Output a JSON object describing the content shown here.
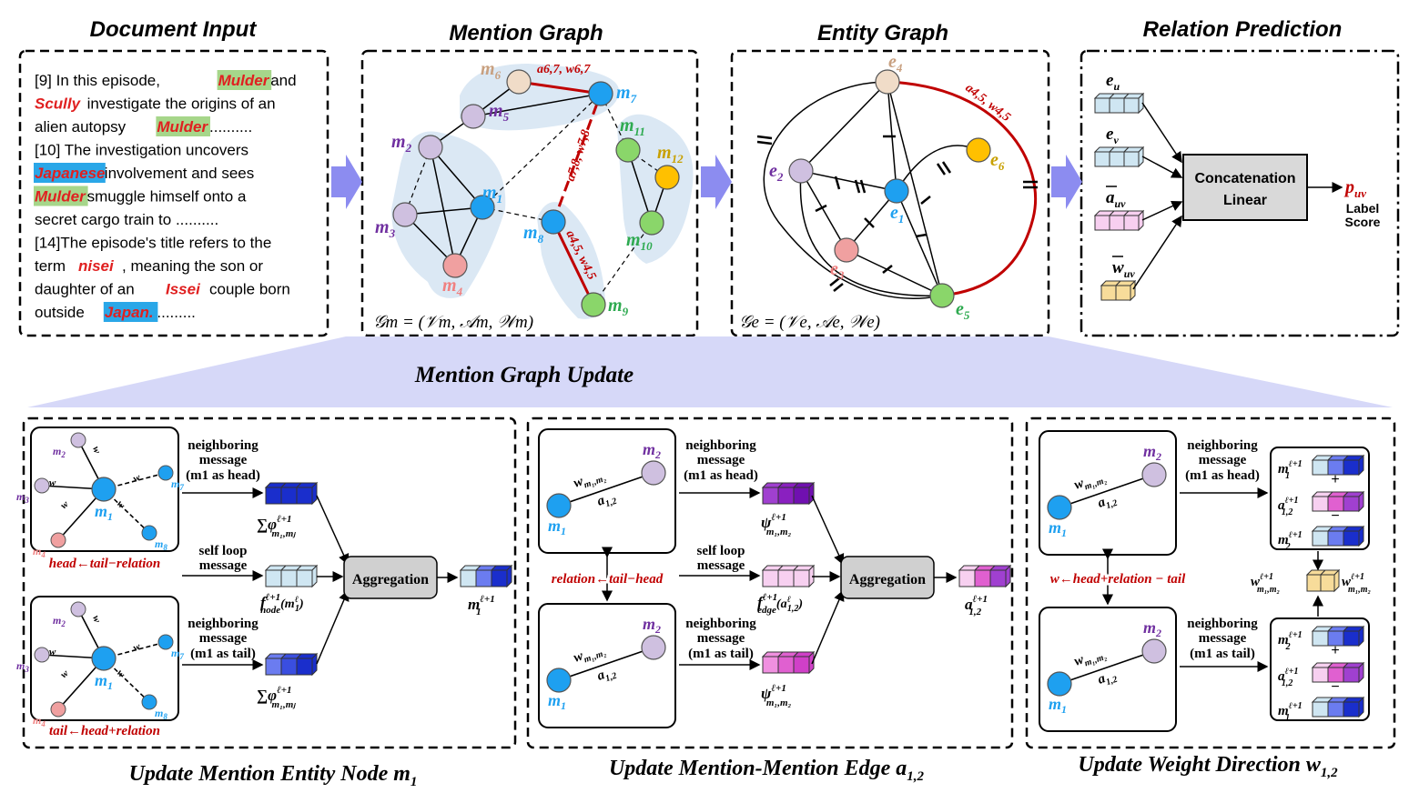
{
  "titles": {
    "doc": "Document Input",
    "mention": "Mention Graph",
    "entity": "Entity Graph",
    "relation": "Relation Prediction",
    "update": "Mention Graph Update"
  },
  "document": {
    "lines": [
      [
        {
          "t": "[9] In this episode, "
        },
        {
          "t": "Mulder",
          "c": "#e02020",
          "bg": "#a6d68a"
        },
        {
          "t": " and"
        }
      ],
      [
        {
          "t": "Scully",
          "c": "#e02020"
        },
        {
          "t": " investigate the origins of an"
        }
      ],
      [
        {
          "t": "alien autopsy "
        },
        {
          "t": "Mulder",
          "c": "#e02020",
          "bg": "#a6d68a"
        },
        {
          "t": " .........."
        }
      ],
      [
        {
          "t": "[10] The investigation uncovers"
        }
      ],
      [
        {
          "t": "Japanese",
          "c": "#e02020",
          "bg": "#2aa7e8"
        },
        {
          "t": " involvement and sees"
        }
      ],
      [
        {
          "t": "Mulder",
          "c": "#e02020",
          "bg": "#a6d68a"
        },
        {
          "t": " smuggle himself onto a"
        }
      ],
      [
        {
          "t": "secret cargo train to .........."
        }
      ],
      [
        {
          "t": "[14]The episode's title refers to the"
        }
      ],
      [
        {
          "t": "term "
        },
        {
          "t": "nisei",
          "c": "#e02020"
        },
        {
          "t": ", meaning the son or"
        }
      ],
      [
        {
          "t": "daughter of an "
        },
        {
          "t": "Issei",
          "c": "#e02020"
        },
        {
          "t": " couple born"
        }
      ],
      [
        {
          "t": "outside "
        },
        {
          "t": "Japan.",
          "c": "#e02020",
          "bg": "#2aa7e8"
        },
        {
          "t": " ........."
        }
      ]
    ]
  },
  "mention_graph": {
    "formula": "𝒢m = (𝒱m, 𝒜m, 𝒲m)",
    "edge_label_top": "a6,7, w6,7",
    "edge_label_mid": "a7,8, w7,8",
    "edge_label_low": "a4,5, w4,5",
    "nodes": [
      {
        "id": "m1",
        "label": "m",
        "sub": "1",
        "fill": "#1ea0f0",
        "label_color": "#1ea0f0"
      },
      {
        "id": "m2",
        "label": "m",
        "sub": "2",
        "fill": "#cfc0e0",
        "label_color": "#7030a0"
      },
      {
        "id": "m3",
        "label": "m",
        "sub": "3",
        "fill": "#cfc0e0",
        "label_color": "#7030a0"
      },
      {
        "id": "m4",
        "label": "m",
        "sub": "4",
        "fill": "#f0a0a0",
        "label_color": "#f08080"
      },
      {
        "id": "m5",
        "label": "m",
        "sub": "5",
        "fill": "#cfc0e0",
        "label_color": "#7030a0"
      },
      {
        "id": "m6",
        "label": "m",
        "sub": "6",
        "fill": "#f0dcc8",
        "label_color": "#c8a080"
      },
      {
        "id": "m7",
        "label": "m",
        "sub": "7",
        "fill": "#1ea0f0",
        "label_color": "#1ea0f0"
      },
      {
        "id": "m8",
        "label": "m",
        "sub": "8",
        "fill": "#1ea0f0",
        "label_color": "#1ea0f0"
      },
      {
        "id": "m9",
        "label": "m",
        "sub": "9",
        "fill": "#8ad66a",
        "label_color": "#2eaa50"
      },
      {
        "id": "m10",
        "label": "m",
        "sub": "10",
        "fill": "#8ad66a",
        "label_color": "#2eaa50"
      },
      {
        "id": "m11",
        "label": "m",
        "sub": "11",
        "fill": "#8ad66a",
        "label_color": "#2eaa50"
      },
      {
        "id": "m12",
        "label": "m",
        "sub": "12",
        "fill": "#ffc000",
        "label_color": "#c8a000"
      }
    ]
  },
  "entity_graph": {
    "formula": "𝒢e = (𝒱e, 𝒜e, 𝒲e)",
    "edge_label": "a4,5, w4,5",
    "nodes": [
      {
        "id": "e1",
        "label": "e",
        "sub": "1",
        "fill": "#1ea0f0",
        "label_color": "#1ea0f0"
      },
      {
        "id": "e2",
        "label": "e",
        "sub": "2",
        "fill": "#cfc0e0",
        "label_color": "#7030a0"
      },
      {
        "id": "e3",
        "label": "e",
        "sub": "3",
        "fill": "#f0a0a0",
        "label_color": "#f08080"
      },
      {
        "id": "e4",
        "label": "e",
        "sub": "4",
        "fill": "#f0dcc8",
        "label_color": "#c8a080"
      },
      {
        "id": "e5",
        "label": "e",
        "sub": "5",
        "fill": "#8ad66a",
        "label_color": "#2eaa50"
      },
      {
        "id": "e6",
        "label": "e",
        "sub": "6",
        "fill": "#ffc000",
        "label_color": "#c8a000"
      }
    ]
  },
  "relation": {
    "inputs": [
      "e",
      "e",
      "a",
      "w"
    ],
    "input_subs": [
      "u",
      "v",
      "uv",
      "uv"
    ],
    "box_line1": "Concatenation",
    "box_line2": "Linear",
    "output": "p",
    "output_sub": "uv",
    "label_score1": "Label",
    "label_score2": "Score"
  },
  "panel1": {
    "rule_top": "head←tail−relation",
    "rule_bottom": "tail←head+relation",
    "msg_top": [
      "neighboring",
      "message",
      "(m1 as head)"
    ],
    "msg_mid": [
      "self loop",
      "message"
    ],
    "msg_bottom": [
      "neighboring",
      "message",
      "(m1 as tail)"
    ],
    "sum_top": "∑φ",
    "f_node": "f",
    "sum_bottom": "∑φ",
    "aggregation": "Aggregation",
    "output": "m",
    "caption": "Update Mention Entity Node m"
  },
  "panel2": {
    "rule": "relation←tail−head",
    "msg_top": [
      "neighboring",
      "message",
      "(m1 as head)"
    ],
    "msg_mid": [
      "self loop",
      "message"
    ],
    "msg_bottom": [
      "neighboring",
      "message",
      "(m1 as tail)"
    ],
    "psi_top": "ψ",
    "f_edge": "f",
    "psi_bottom": "ψ",
    "aggregation": "Aggregation",
    "output": "a",
    "caption": "Update Mention-Mention Edge a"
  },
  "panel3": {
    "rule": "w←head+relation − tail",
    "msg_top": [
      "neighboring",
      "message",
      "(m1 as head)"
    ],
    "msg_bottom": [
      "neighboring",
      "message",
      "(m1 as tail)"
    ],
    "caption": "Update Weight Direction w"
  },
  "colors": {
    "red": "#c00000",
    "arrow": "#8c8cf0",
    "banner": "#d6d8f8",
    "blob": "#dbe8f4"
  }
}
